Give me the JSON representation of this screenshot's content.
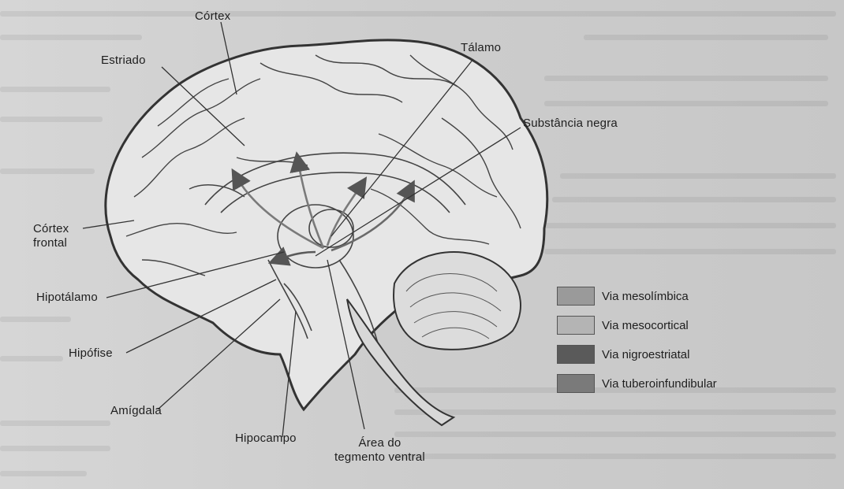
{
  "labels": {
    "cortex": "Córtex",
    "estriado": "Estriado",
    "talamo": "Tálamo",
    "substancia_negra": "Substância negra",
    "cortex_frontal_line1": "Córtex",
    "cortex_frontal_line2": "frontal",
    "hipotalamo": "Hipotálamo",
    "hipofise": "Hipófise",
    "amigdala": "Amígdala",
    "hipocampo": "Hipocampo",
    "area_tegmento_line1": "Área do",
    "area_tegmento_line2": "tegmento ventral"
  },
  "legend": {
    "items": [
      {
        "label": "Via mesolímbica",
        "color": "#9a9a9a"
      },
      {
        "label": "Via mesocortical",
        "color": "#b4b4b4"
      },
      {
        "label": "Via nigroestriatal",
        "color": "#5a5a5a"
      },
      {
        "label": "Via tuberoinfundibular",
        "color": "#7a7a7a"
      }
    ]
  }
}
